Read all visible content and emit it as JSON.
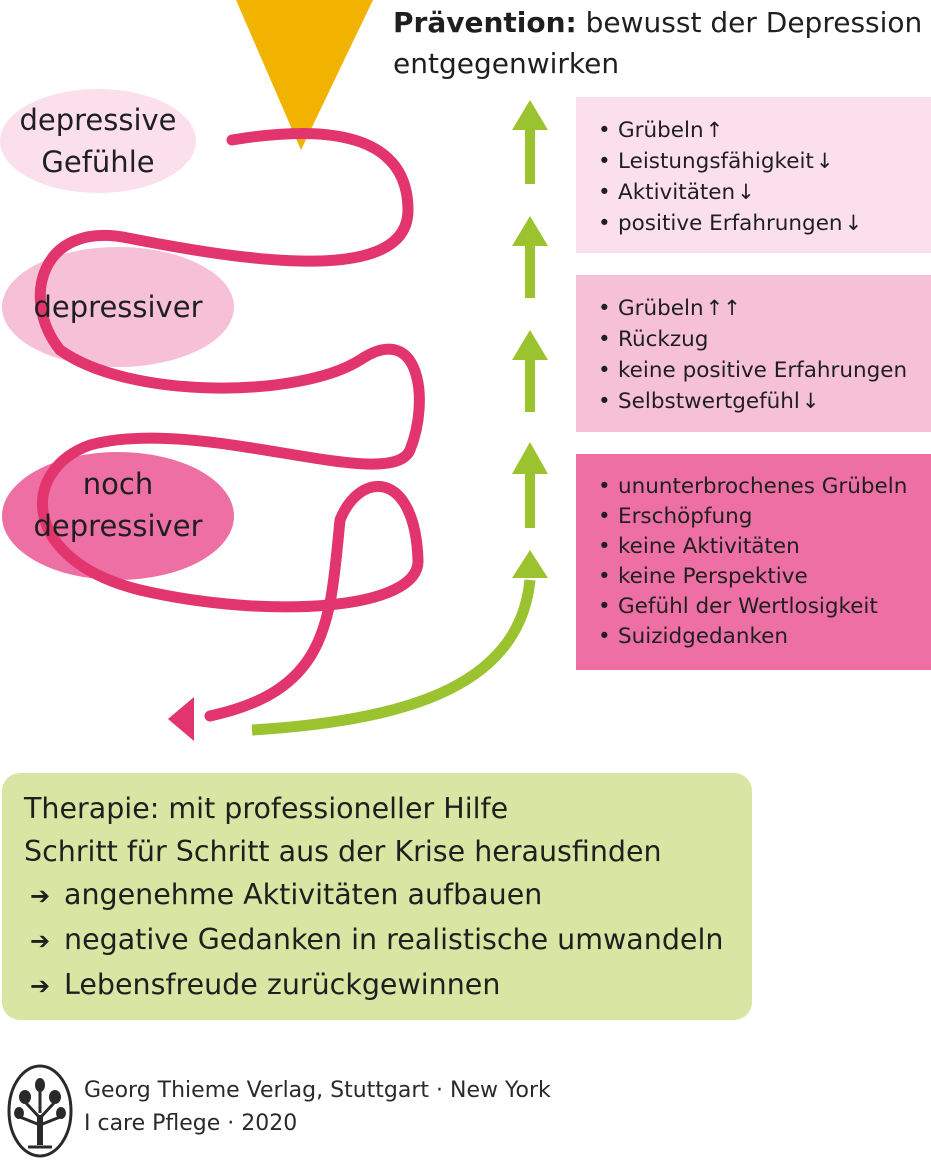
{
  "title": {
    "bold": "Prävention:",
    "rest": " bewusst der Depression entgegenwirken"
  },
  "stages": [
    {
      "lines": [
        "depressive",
        "Gefühle"
      ],
      "color": "#fbe0ec"
    },
    {
      "lines": [
        "depressiver"
      ],
      "color": "#f6c0d6"
    },
    {
      "lines": [
        "noch",
        "depressiver"
      ],
      "color": "#ee6fa3"
    }
  ],
  "boxes": [
    {
      "color": "#fbe0ec",
      "items": [
        {
          "text": "Grübeln",
          "symbol": "↑"
        },
        {
          "text": "Leistungsfähigkeit",
          "symbol": "↓"
        },
        {
          "text": "Aktivitäten",
          "symbol": "↓"
        },
        {
          "text": "positive Erfahrungen",
          "symbol": "↓"
        }
      ]
    },
    {
      "color": "#f6c0d6",
      "items": [
        {
          "text": "Grübeln",
          "symbol": "↑↑"
        },
        {
          "text": "Rückzug",
          "symbol": ""
        },
        {
          "text": "keine positive Erfahrungen",
          "symbol": ""
        },
        {
          "text": "Selbstwertgefühl",
          "symbol": "↓"
        }
      ]
    },
    {
      "color": "#ee6fa3",
      "items": [
        {
          "text": "ununterbrochenes Grübeln",
          "symbol": ""
        },
        {
          "text": "Erschöpfung",
          "symbol": ""
        },
        {
          "text": "keine Aktivitäten",
          "symbol": ""
        },
        {
          "text": "keine Perspektive",
          "symbol": ""
        },
        {
          "text": "Gefühl der Wertlosigkeit",
          "symbol": ""
        },
        {
          "text": "Suizidgedanken",
          "symbol": ""
        }
      ]
    }
  ],
  "therapy": {
    "line1": "Therapie: mit professioneller Hilfe",
    "line2": "Schritt für Schritt aus der Krise herausfinden",
    "arrow_glyph": "➔",
    "steps": [
      "angenehme Aktivitäten aufbauen",
      "negative Gedanken in realistische umwandeln",
      "Lebensfreude zurückgewinnen"
    ]
  },
  "footer": {
    "line1": "Georg Thieme Verlag, Stuttgart · New York",
    "line2": "I care Pflege · 2020",
    "logo_icon": "tree-logo-icon"
  },
  "colors": {
    "spiral": "#e2356e",
    "triangle": "#f2b300",
    "green_arrow": "#9ac32f",
    "therapy_bg": "#d7e6a2"
  }
}
